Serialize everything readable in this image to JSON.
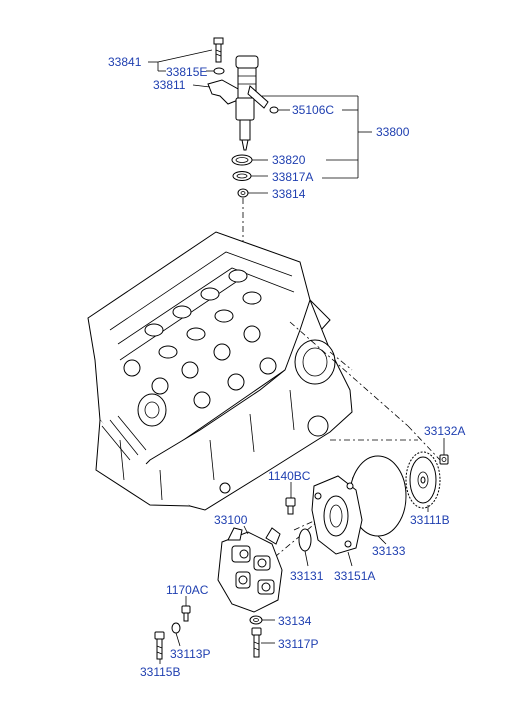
{
  "labels": {
    "p33841": "33841",
    "p33815E": "33815E",
    "p33811": "33811",
    "p35106C": "35106C",
    "p33800": "33800",
    "p33820": "33820",
    "p33817A": "33817A",
    "p33814": "33814",
    "p33132A": "33132A",
    "p1140BC": "1140BC",
    "p33111B": "33111B",
    "p33100": "33100",
    "p33133": "33133",
    "p33131": "33131",
    "p33151A": "33151A",
    "p1170AC": "1170AC",
    "p33134": "33134",
    "p33113P": "33113P",
    "p33117P": "33117P",
    "p33115B": "33115B"
  }
}
